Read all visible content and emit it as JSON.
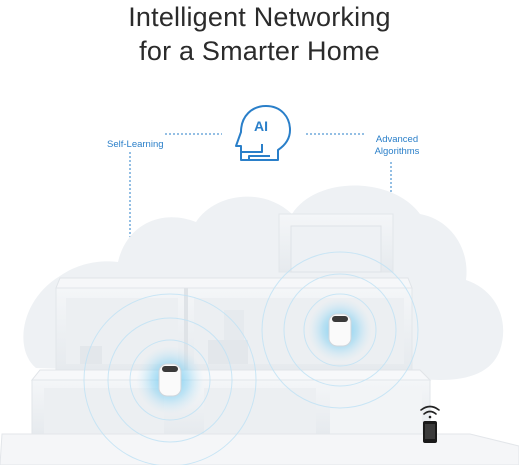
{
  "headline": {
    "line1": "Intelligent Networking",
    "line2": "for a Smarter Home"
  },
  "labels": {
    "left": "Self-Learning",
    "right_line1": "Advanced",
    "right_line2": "Algorithms"
  },
  "icons": {
    "ai": "ai-head-icon",
    "wifi": "wifi-icon",
    "phone": "smartphone-icon",
    "router": "mesh-router-icon"
  },
  "ai_icon_text": "AI",
  "colors": {
    "accent": "#2a7fc9",
    "glow": "#5cc3f0",
    "headline": "#2b2b2b",
    "house": "#eef1f4"
  }
}
